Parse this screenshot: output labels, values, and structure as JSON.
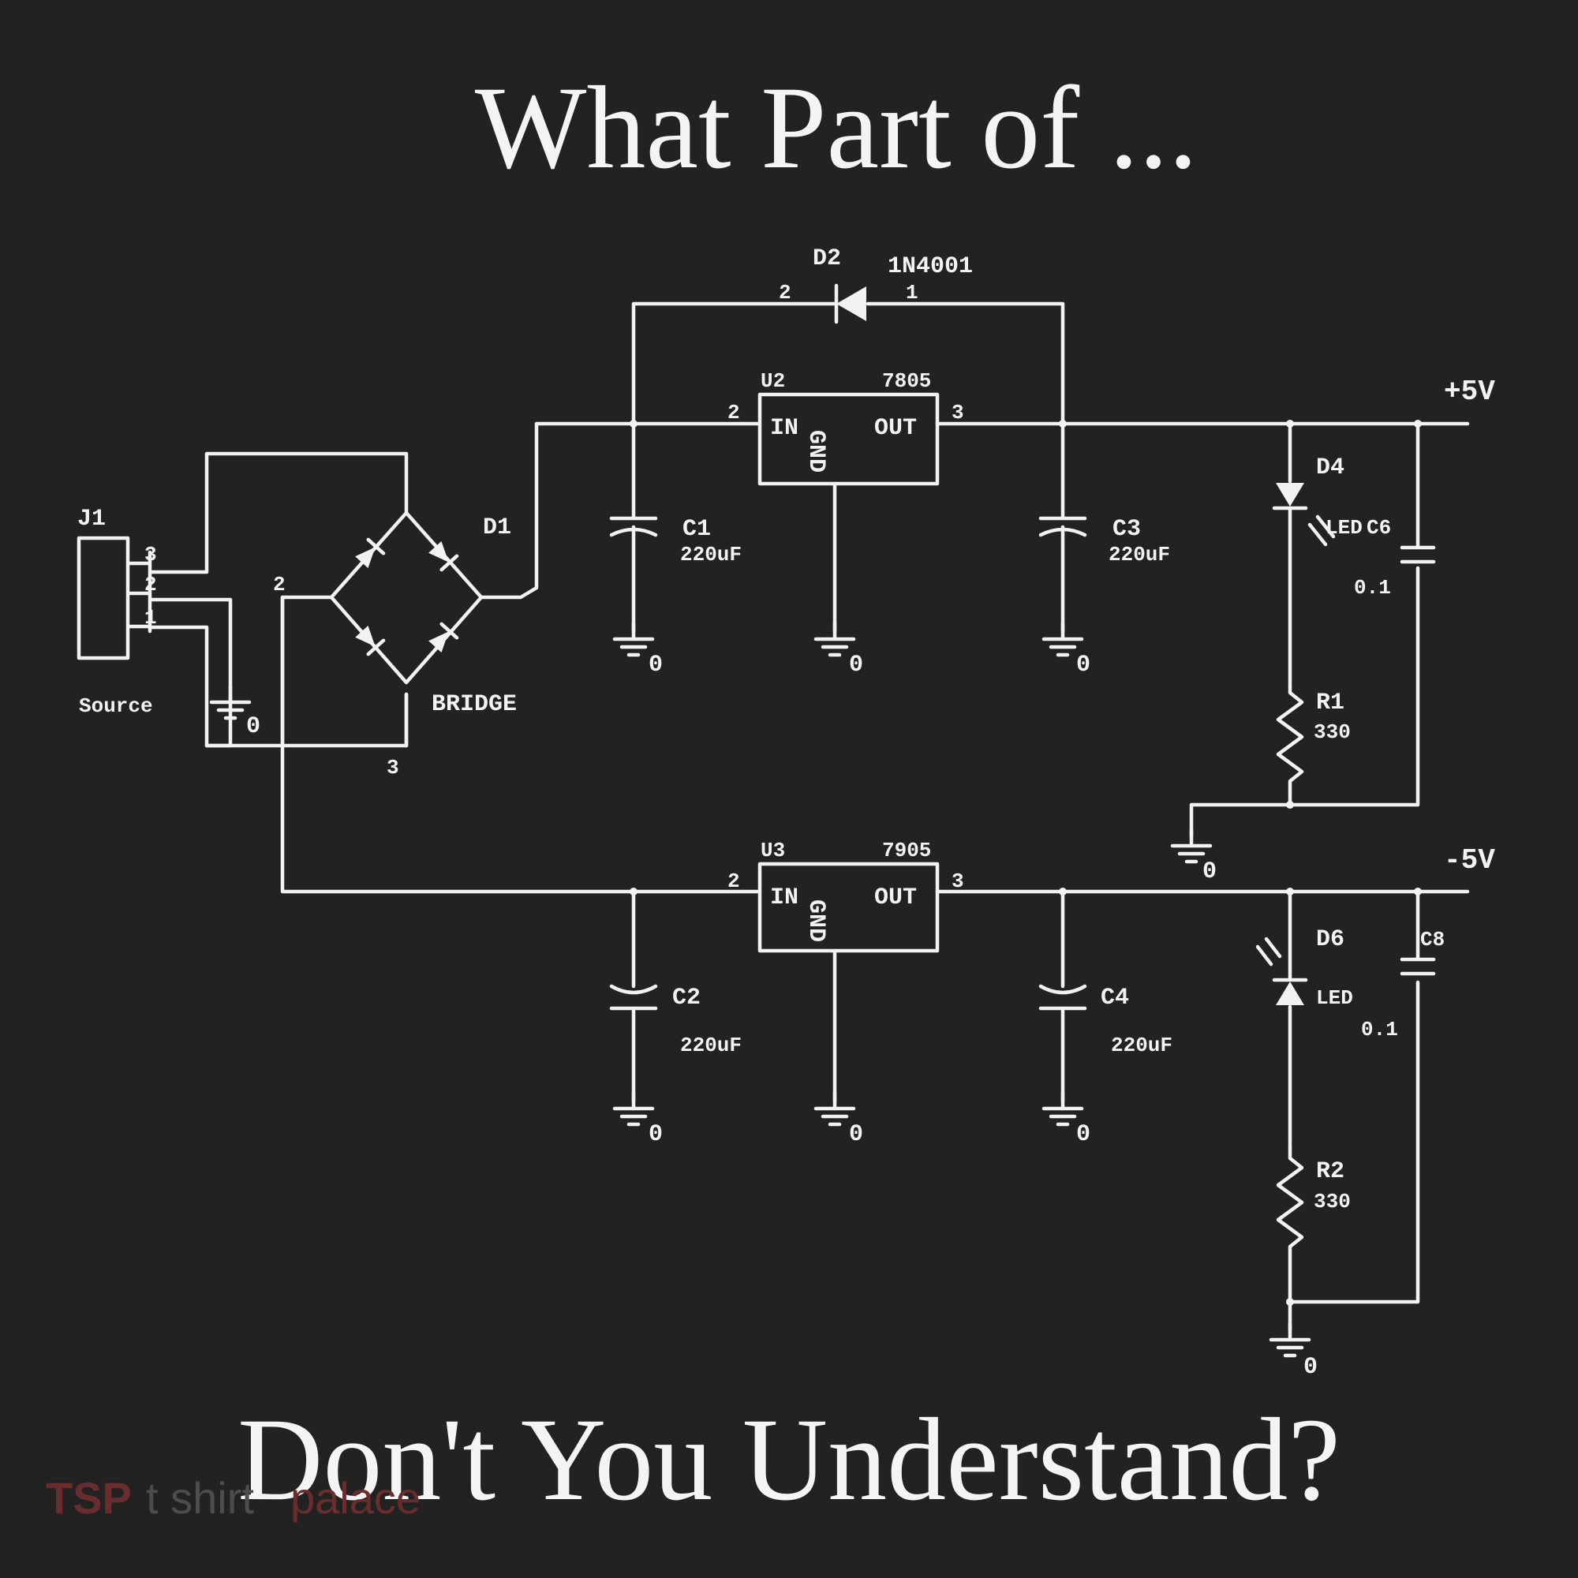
{
  "headline": {
    "top": "What Part of ...",
    "bottom": "Don't You Understand?"
  },
  "schematic": {
    "connector": {
      "ref": "J1",
      "name": "Source",
      "pins": [
        "3",
        "2",
        "1"
      ]
    },
    "bridge": {
      "ref": "D1",
      "name": "BRIDGE",
      "pin_left": "2",
      "pin_bottom": "3"
    },
    "diode": {
      "ref": "D2",
      "part": "1N4001",
      "pin_left": "2",
      "pin_right": "1"
    },
    "regulator_top": {
      "ref": "U2",
      "part": "7805",
      "in": "IN",
      "gnd": "GND",
      "out": "OUT",
      "pin_in": "2",
      "pin_out": "3"
    },
    "regulator_bottom": {
      "ref": "U3",
      "part": "7905",
      "in": "IN",
      "gnd": "GND",
      "out": "OUT",
      "pin_in": "2",
      "pin_out": "3"
    },
    "capacitors": [
      {
        "ref": "C1",
        "value": "220uF"
      },
      {
        "ref": "C2",
        "value": "220uF"
      },
      {
        "ref": "C3",
        "value": "220uF"
      },
      {
        "ref": "C4",
        "value": "220uF"
      },
      {
        "ref": "C6",
        "value": "0.1"
      },
      {
        "ref": "C8",
        "value": "0.1"
      }
    ],
    "leds": [
      {
        "ref": "D4",
        "type": "LED"
      },
      {
        "ref": "D6",
        "type": "LED"
      }
    ],
    "resistors": [
      {
        "ref": "R1",
        "value": "330"
      },
      {
        "ref": "R2",
        "value": "330"
      }
    ],
    "ground_label": "0",
    "rails": {
      "positive": "+5V",
      "negative": "-5V"
    }
  },
  "watermark": {
    "logo_text": "TSP",
    "brand_first": "t shirt",
    "brand_second": "palace",
    "color_dark": "#6a2d2d",
    "color_gray": "#4d4d4d"
  }
}
